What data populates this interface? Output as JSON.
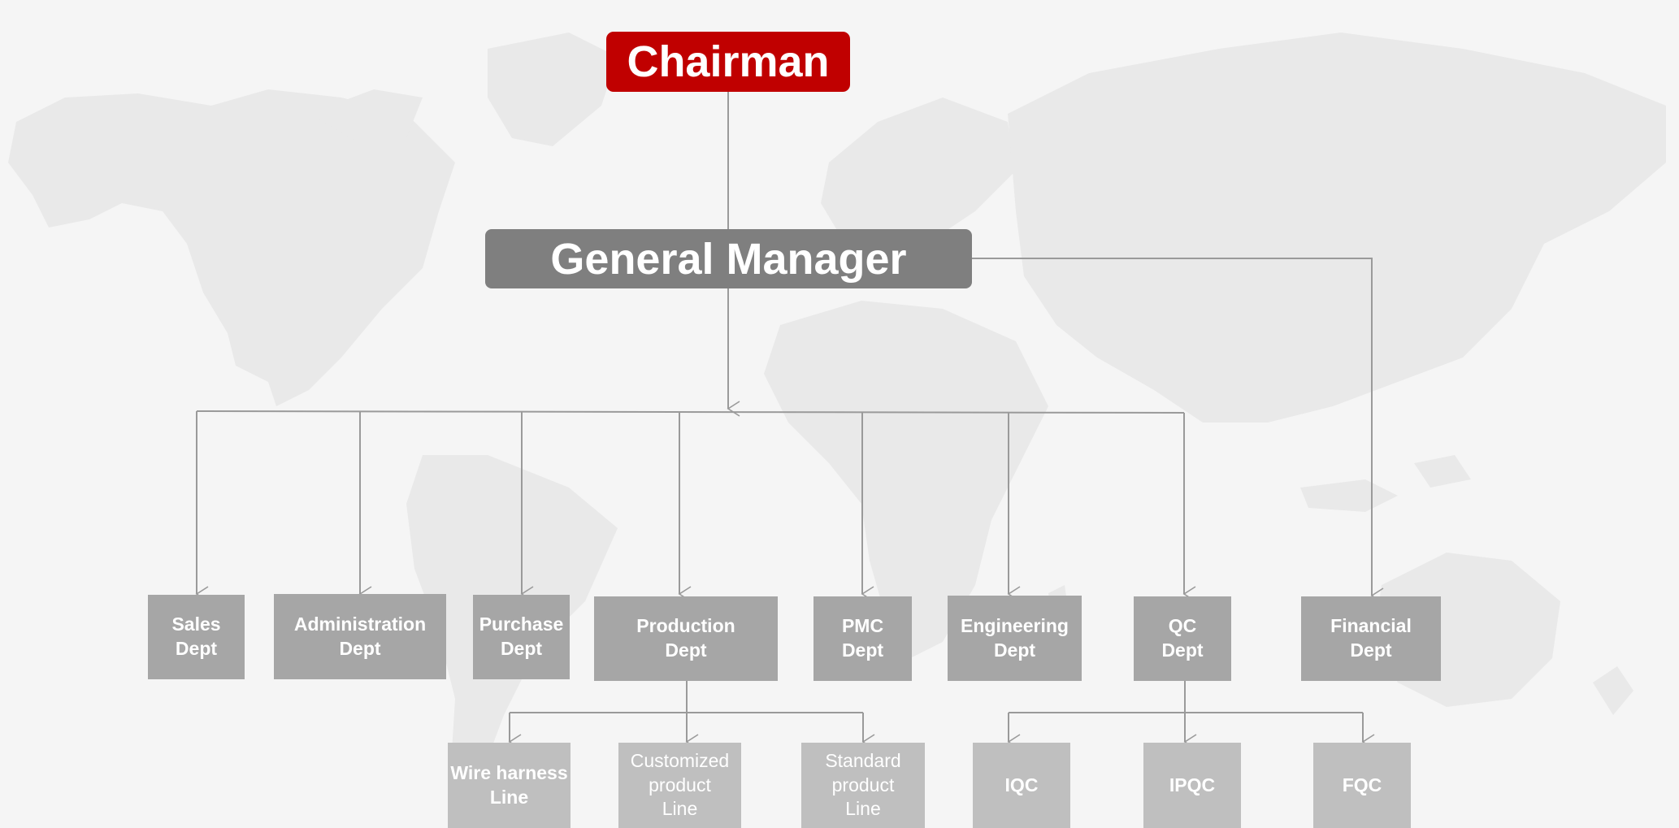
{
  "colors": {
    "background": "#f5f5f5",
    "map": "#e9e9e9",
    "chairman": "#c00000",
    "general_manager": "#7f7f7f",
    "department": "#a6a6a6",
    "sub_unit": "#bfbfbf",
    "connector": "#9a9a9a"
  },
  "org": {
    "chairman": "Chairman",
    "general_manager": "General Manager",
    "departments": {
      "sales": "Sales\nDept",
      "administration": "Administration\nDept",
      "purchase": "Purchase\nDept",
      "production": "Production\nDept",
      "pmc": "PMC\nDept",
      "engineering": "Engineering\nDept",
      "qc": "QC\nDept",
      "financial": "Financial\nDept"
    },
    "production_lines": {
      "wire_harness": "Wire harness\nLine",
      "customized": "Customized\nproduct\nLine",
      "standard": "Standard\nproduct\nLine"
    },
    "qc_units": {
      "iqc": "IQC",
      "ipqc": "IPQC",
      "fqc": "FQC"
    }
  }
}
